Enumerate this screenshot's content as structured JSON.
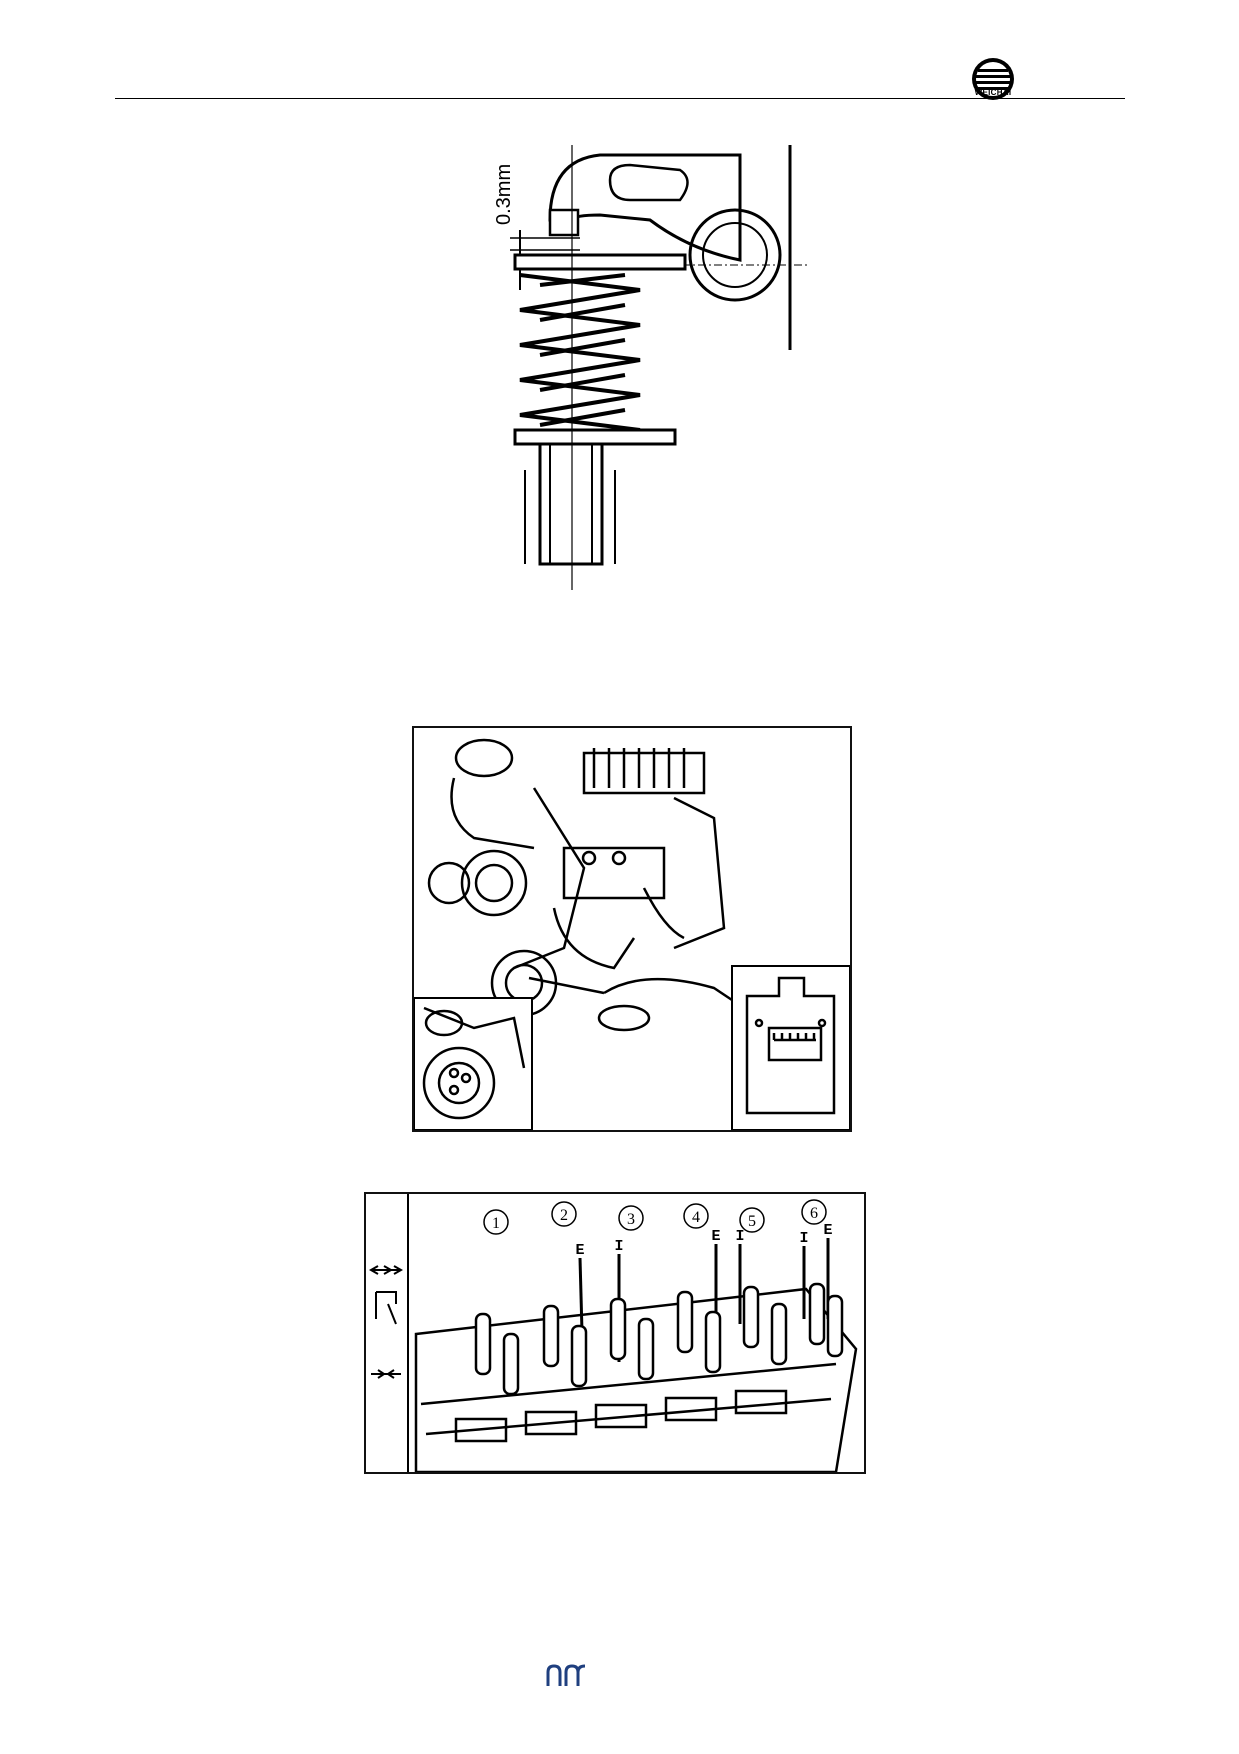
{
  "header": {
    "brand_text": "WEICHAI"
  },
  "figures": [
    {
      "id": "valve-clearance-diagram",
      "dimension_label": "0.3mm"
    },
    {
      "id": "engine-flywheel-photo"
    },
    {
      "id": "cylinder-head-valves",
      "cylinder_numbers": [
        "1",
        "2",
        "3",
        "4",
        "5",
        "6"
      ],
      "valve_labels": [
        "E",
        "I",
        "E",
        "I",
        "I",
        "E"
      ]
    }
  ],
  "footer": {
    "mark": "logo"
  }
}
